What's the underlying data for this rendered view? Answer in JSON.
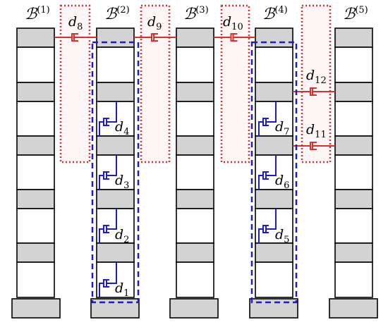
{
  "colors": {
    "cell_fill": "#d3d3d3",
    "cell_stroke": "#000000",
    "red": "#d9302c",
    "red_fill": "#fdecef",
    "blue": "#1c1cc8"
  },
  "columns": [
    {
      "symbol": "ℬ",
      "index": "(1)"
    },
    {
      "symbol": "ℬ",
      "index": "(2)"
    },
    {
      "symbol": "ℬ",
      "index": "(3)"
    },
    {
      "symbol": "ℬ",
      "index": "(4)"
    },
    {
      "symbol": "ℬ",
      "index": "(5)"
    }
  ],
  "dampers_red": [
    {
      "letter": "d",
      "sub": "8"
    },
    {
      "letter": "d",
      "sub": "9"
    },
    {
      "letter": "d",
      "sub": "10"
    },
    {
      "letter": "d",
      "sub": "12"
    },
    {
      "letter": "d",
      "sub": "11"
    }
  ],
  "dampers_blue": [
    {
      "letter": "d",
      "sub": "4"
    },
    {
      "letter": "d",
      "sub": "3"
    },
    {
      "letter": "d",
      "sub": "2"
    },
    {
      "letter": "d",
      "sub": "1"
    },
    {
      "letter": "d",
      "sub": "7"
    },
    {
      "letter": "d",
      "sub": "6"
    },
    {
      "letter": "d",
      "sub": "5"
    }
  ]
}
